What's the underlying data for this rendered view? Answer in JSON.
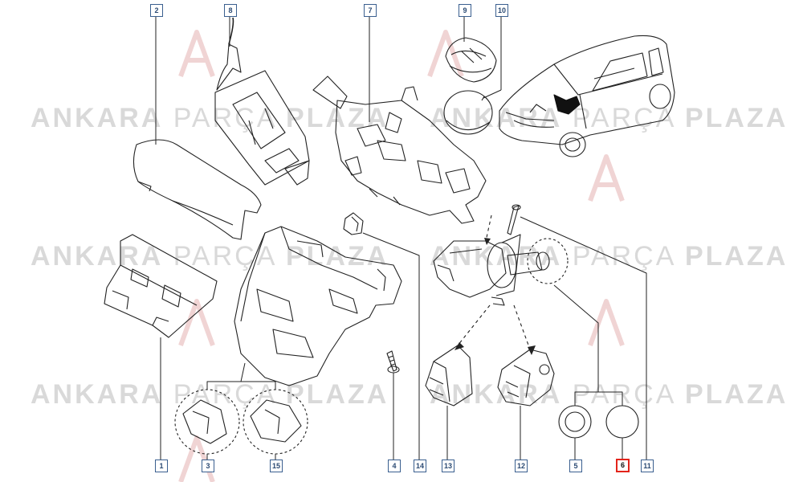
{
  "watermark": {
    "bold_word": "ANKARA",
    "light_word": "PARÇA",
    "bold_word_2": "PLAZA"
  },
  "callouts": [
    {
      "id": "c2",
      "label": "2"
    },
    {
      "id": "c8",
      "label": "8"
    },
    {
      "id": "c7",
      "label": "7"
    },
    {
      "id": "c9",
      "label": "9"
    },
    {
      "id": "c10",
      "label": "10"
    },
    {
      "id": "c1",
      "label": "1"
    },
    {
      "id": "c3",
      "label": "3"
    },
    {
      "id": "c15",
      "label": "15"
    },
    {
      "id": "c4",
      "label": "4"
    },
    {
      "id": "c14",
      "label": "14"
    },
    {
      "id": "c13",
      "label": "13"
    },
    {
      "id": "c12",
      "label": "12"
    },
    {
      "id": "c5",
      "label": "5"
    },
    {
      "id": "c6",
      "label": "6",
      "highlighted": true
    },
    {
      "id": "c11",
      "label": "11"
    }
  ],
  "colors": {
    "callout_border": "#3a5f8f",
    "highlight": "#e3241b",
    "line_art": "#222222",
    "watermark": "#d9d9d9"
  }
}
